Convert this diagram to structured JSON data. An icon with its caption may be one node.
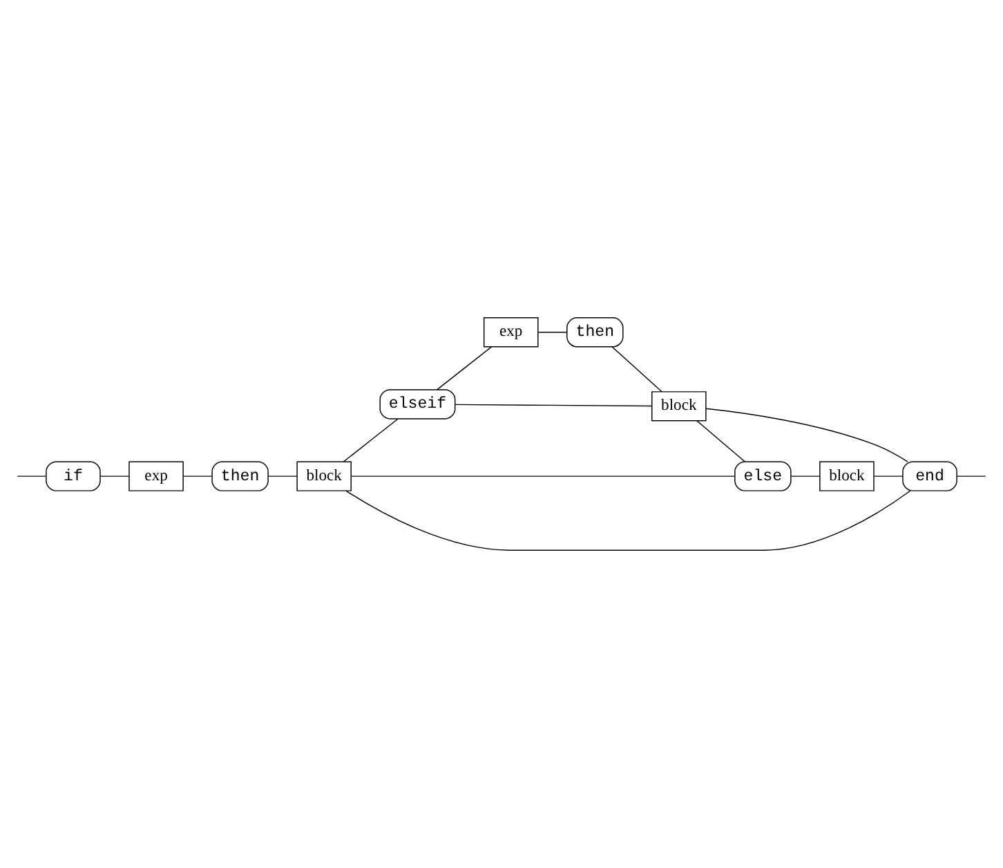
{
  "diagram": {
    "nodes": [
      {
        "text": [
          "if"
        ]
      },
      {
        "text": [
          "exp"
        ]
      },
      {
        "text": [
          "then"
        ]
      },
      {
        "text": [
          "block"
        ]
      },
      {
        "text": [
          "elseif"
        ]
      },
      {
        "text": [
          "exp"
        ]
      },
      {
        "text": [
          "then"
        ]
      },
      {
        "text": [
          "block"
        ]
      },
      {
        "text": [
          "else"
        ]
      },
      {
        "text": [
          "block"
        ]
      },
      {
        "text": [
          "end"
        ]
      }
    ],
    "edges": [
      {
        "from": null,
        "to": 0,
        "arrow": "none"
      },
      {
        "from": 0,
        "to": 1,
        "arrow": "none"
      },
      {
        "from": 1,
        "to": 2,
        "arrow": "none"
      },
      {
        "from": 2,
        "to": 3,
        "arrow": "none"
      },
      {
        "from": 3,
        "to": 4,
        "arrow": "none"
      },
      {
        "from": 4,
        "to": 5,
        "arrow": "none"
      },
      {
        "from": 5,
        "to": 6,
        "arrow": "none"
      },
      {
        "from": 6,
        "to": 7,
        "arrow": "none"
      },
      {
        "from": 7,
        "to": 4,
        "arrow": "none"
      },
      {
        "from": 3,
        "to": 8,
        "arrow": "none"
      },
      {
        "from": 7,
        "to": 8,
        "arrow": "none"
      },
      {
        "from": 8,
        "to": 9,
        "arrow": "none"
      },
      {
        "from": 9,
        "to": 10,
        "arrow": "none"
      },
      {
        "from": 3,
        "to": 10,
        "arrow": "none"
      },
      {
        "from": 7,
        "to": 10,
        "arrow": "none"
      },
      {
        "from": 10,
        "to": null,
        "arrow": "none"
      }
    ]
  }
}
